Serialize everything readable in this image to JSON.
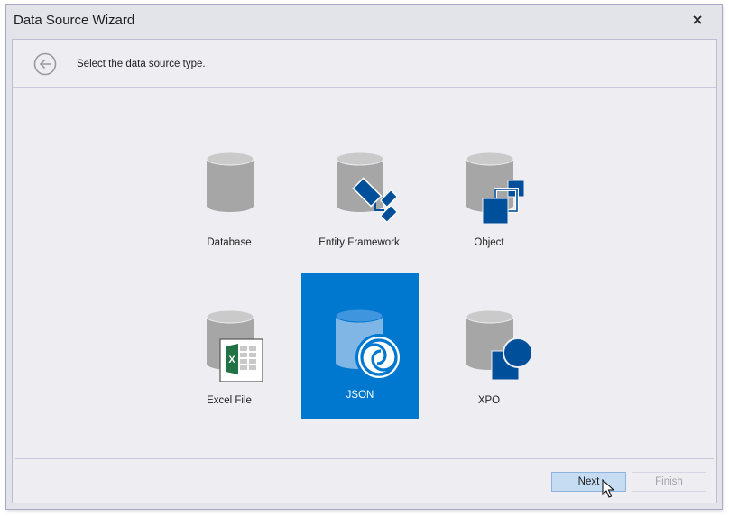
{
  "window": {
    "title": "Data Source Wizard",
    "close_icon": "close-icon"
  },
  "header": {
    "back_icon": "back-arrow-icon",
    "subtitle": "Select the data source type."
  },
  "tiles": [
    {
      "label": "Database",
      "icon": "database-icon",
      "selected": false
    },
    {
      "label": "Entity Framework",
      "icon": "entity-framework-icon",
      "selected": false
    },
    {
      "label": "Object",
      "icon": "object-icon",
      "selected": false
    },
    {
      "label": "Excel File",
      "icon": "excel-file-icon",
      "selected": false
    },
    {
      "label": "JSON",
      "icon": "json-icon",
      "selected": true
    },
    {
      "label": "XPO",
      "icon": "xpo-icon",
      "selected": false
    }
  ],
  "footer": {
    "next_label": "Next",
    "finish_label": "Finish"
  },
  "colors": {
    "accent": "#0078d0",
    "icon_blue": "#004f9a",
    "excel_green": "#217346",
    "cylinder_gray": "#a6a6a6"
  }
}
